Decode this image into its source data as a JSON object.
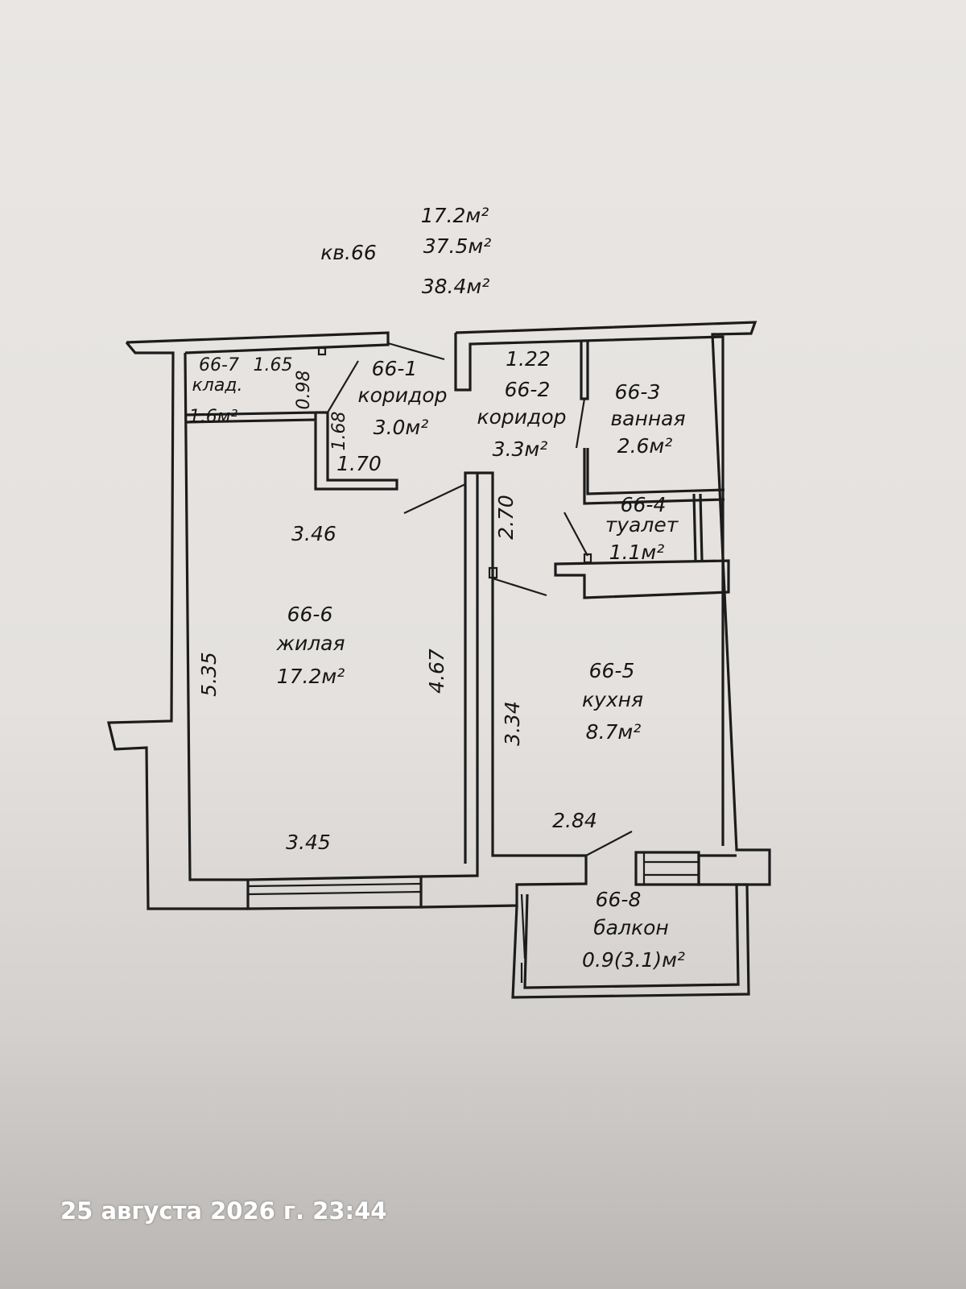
{
  "header": {
    "apartment": "кв.66",
    "living_area": "17.2м²",
    "total_area": "37.5м²",
    "total_with_balcony": "38.4м²"
  },
  "rooms": {
    "r7": {
      "id": "66-7",
      "name": "клад.",
      "area": "1.6м²"
    },
    "r1": {
      "id": "66-1",
      "name": "коридор",
      "area": "3.0м²"
    },
    "r2": {
      "id": "66-2",
      "name": "коридор",
      "area": "3.3м²"
    },
    "r3": {
      "id": "66-3",
      "name": "ванная",
      "area": "2.6м²"
    },
    "r4": {
      "id": "66-4",
      "name": "туалет",
      "area": "1.1м²"
    },
    "r6": {
      "id": "66-6",
      "name": "жилая",
      "area": "17.2м²"
    },
    "r5": {
      "id": "66-5",
      "name": "кухня",
      "area": "8.7м²"
    },
    "r8": {
      "id": "66-8",
      "name": "балкон",
      "area": "0.9(3.1)м²"
    }
  },
  "dimensions": {
    "storage_width": "1.65",
    "storage_depth": "0.98",
    "corridor1_depth": "1.68",
    "corridor1_width": "1.70",
    "corridor2_width": "1.22",
    "corridor2_depth": "2.70",
    "living_top": "3.46",
    "living_left": "5.35",
    "living_right": "4.67",
    "living_bottom": "3.45",
    "kitchen_left": "3.34",
    "kitchen_bottom": "2.84"
  },
  "timestamp": "25 августа 2026 г. 23:44"
}
